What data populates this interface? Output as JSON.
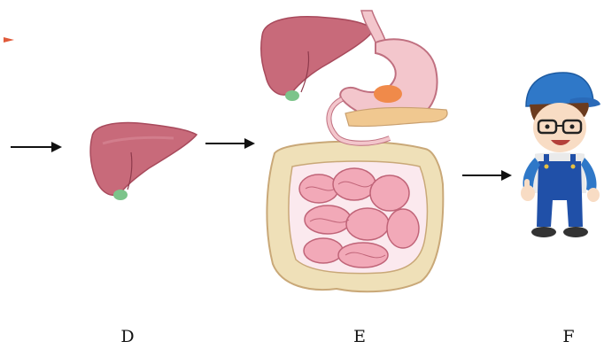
{
  "labels": {
    "d": "D",
    "e": "E",
    "f": "F"
  },
  "colors": {
    "liver": "#c86a7a",
    "liver_shadow": "#a84a5c",
    "gallbladder": "#7cc48a",
    "stomach": "#f3c6cc",
    "stomach_outline": "#c07080",
    "pancreas": "#f0c890",
    "small_intestine": "#f2a9b8",
    "large_intestine": "#efe0b8",
    "spot": "#f08a4a",
    "arrow": "#111111",
    "cap": "#2f78c8",
    "overalls": "#2050a8"
  },
  "icons": {
    "arrow": "right-arrow-icon",
    "liver": "liver-icon",
    "digestive_system": "digestive-system-icon",
    "person": "worker-boy-icon"
  }
}
